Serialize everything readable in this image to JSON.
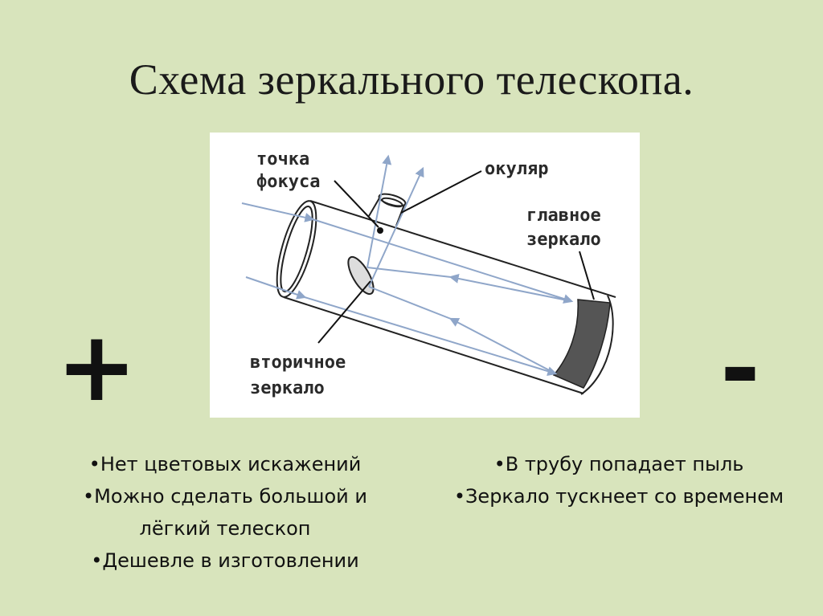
{
  "title": "Схема зеркального телескопа.",
  "diagram": {
    "labels": {
      "focus_1": "точка",
      "focus_2": "фокуса",
      "eyepiece": "окуляр",
      "primary_1": "главное",
      "primary_2": "зеркало",
      "secondary_1": "вторичное",
      "secondary_2": "зеркало"
    },
    "colors": {
      "rays": "#8fa6c9",
      "tube": "#222222",
      "mirror": "#555555"
    }
  },
  "pros": {
    "sign": "+",
    "items": [
      "•Нет цветовых искажений",
      "•Можно сделать большой и",
      "лёгкий телескоп",
      "•Дешевле в изготовлении"
    ]
  },
  "cons": {
    "sign": "-",
    "items": [
      "•В трубу попадает пыль",
      "•Зеркало тускнеет со временем"
    ]
  }
}
